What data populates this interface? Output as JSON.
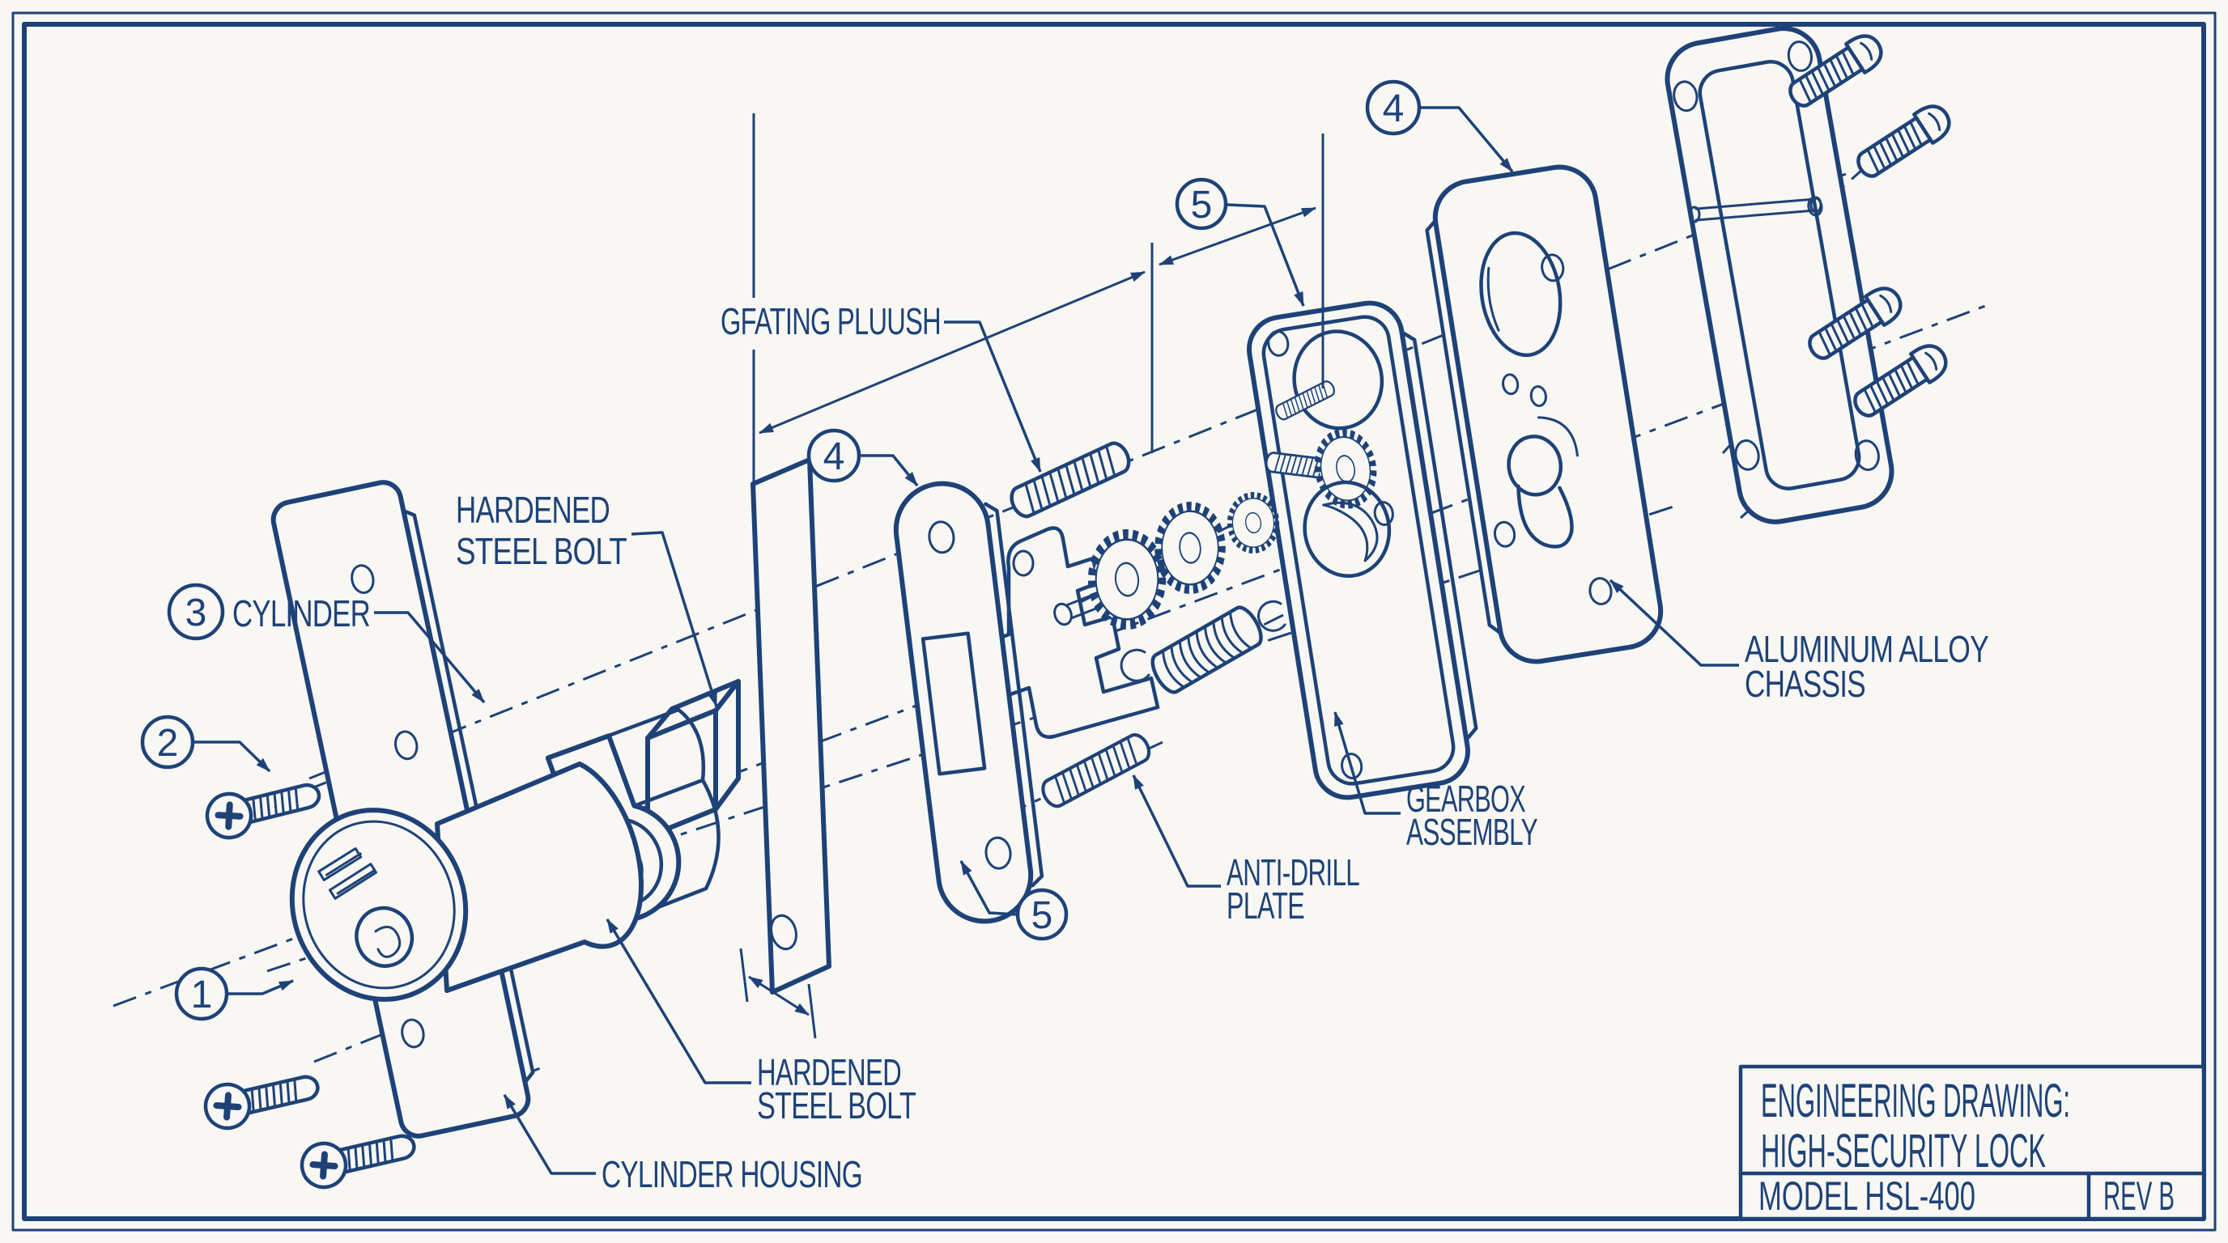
{
  "colors": {
    "ink": "#1e4278",
    "paper": "#f8f7f3"
  },
  "title_block": {
    "line1": "ENGINEERING DRAWING:",
    "line2": "HIGH-SECURITY LOCK",
    "model": "MODEL HSL-400",
    "rev": "REV B"
  },
  "callouts": {
    "n1": "1",
    "n2": "2",
    "n3": "3",
    "n4a": "4",
    "n4b": "4",
    "n5a": "5",
    "n5b": "5"
  },
  "labels": {
    "cylinder": "CYLINDER",
    "grating_plush": "GFATING PLUUSH",
    "hardened_steel_bolt_top_1": "HARDENED",
    "hardened_steel_bolt_top_2": "STEEL BOLT",
    "hardened_steel_bolt_bottom_1": "HARDENED",
    "hardened_steel_bolt_bottom_2": "STEEL BOLT",
    "cylinder_housing": "CYLINDER HOUSING",
    "anti_drill_1": "ANTI-DRILL",
    "anti_drill_2": "PLATE",
    "gearbox_1": "GEARBOX",
    "gearbox_2": "ASSEMBLY",
    "chassis_1": "ALUMINUM ALLOY",
    "chassis_2": "CHASSIS"
  }
}
